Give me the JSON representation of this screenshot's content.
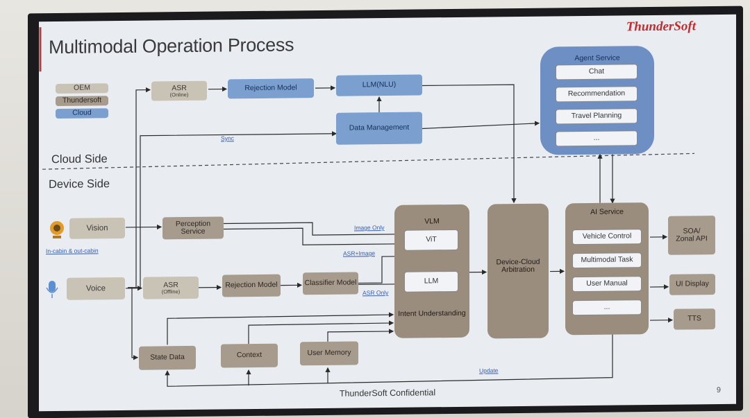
{
  "slide": {
    "title": "Multimodal Operation Process",
    "logo": "ThunderSoft",
    "footer": "ThunderSoft Confidential",
    "page": "9",
    "cloud_side": "Cloud Side",
    "device_side": "Device Side"
  },
  "legend": {
    "oem": "OEM",
    "thundersoft": "Thundersoft",
    "cloud": "Cloud"
  },
  "cloud": {
    "asr_online": "ASR",
    "asr_online_sub": "(Online)",
    "rejection": "Rejection Model",
    "llm": "LLM(NLU)",
    "data_mgmt": "Data Management",
    "sync": "Sync"
  },
  "agent": {
    "title": "Agent Service",
    "items": [
      "Chat",
      "Recommendation",
      "Travel Planning",
      "..."
    ]
  },
  "device": {
    "vision": "Vision",
    "incabin": "In-cabin & out-cabin",
    "perception": "Perception Service",
    "voice": "Voice",
    "asr_offline": "ASR",
    "asr_offline_sub": "(Offline)",
    "rejection": "Rejection Model",
    "classifier": "Classifier Model",
    "image_only": "Image Only",
    "asr_image": "ASR+Image",
    "asr_only": "ASR Only",
    "vlm": "VLM",
    "vit": "ViT",
    "llm": "LLM",
    "intent": "Intent Understanding",
    "arbitration": "Device-Cloud Arbitration",
    "state": "State Data",
    "context": "Context",
    "memory": "User Memory",
    "update": "Update"
  },
  "ai": {
    "title": "AI Service",
    "items": [
      "Vehicle Control",
      "Multimodal Task",
      "User Manual",
      "..."
    ]
  },
  "outputs": {
    "soa": "SOA/ Zonal API",
    "ui": "UI Display",
    "tts": "TTS"
  },
  "colors": {
    "blue": "#7b9fcf",
    "agent": "#6e8fc4",
    "tan": "#a79b8d",
    "oem": "#c9c3b6",
    "logo": "#c8292b"
  }
}
